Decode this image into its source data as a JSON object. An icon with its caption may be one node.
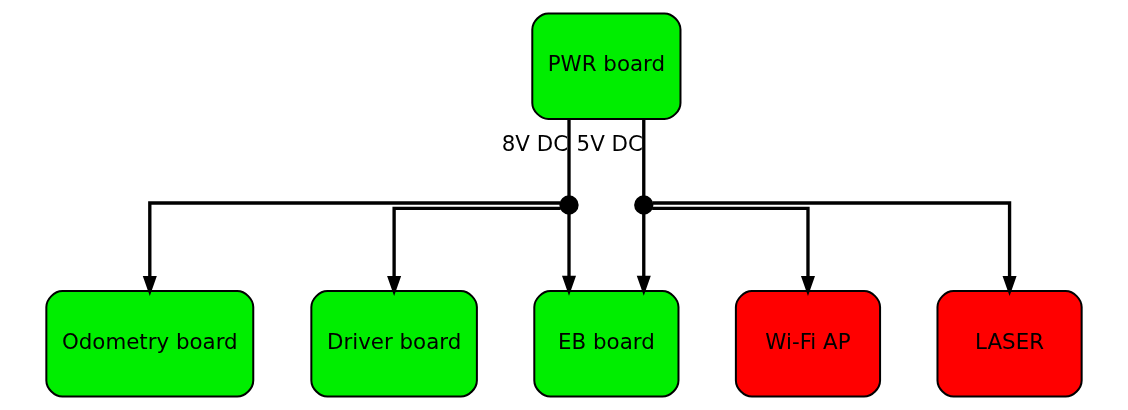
{
  "diagram": {
    "nodes": [
      {
        "text": [
          "PWR board"
        ]
      },
      {
        "text": [],
        "shape": "circle"
      },
      {
        "text": [],
        "shape": "circle"
      },
      {
        "text": [
          "Odometry board"
        ]
      },
      {
        "text": [
          "Driver board"
        ]
      },
      {
        "text": [
          "EB board"
        ]
      },
      {
        "text": [
          "Wi-Fi AP"
        ]
      },
      {
        "text": [
          "LASER"
        ]
      }
    ],
    "edges": [
      {
        "from": 0,
        "to": 1,
        "arrow": "none",
        "label": "8V DC"
      },
      {
        "from": 0,
        "to": 2,
        "arrow": "none",
        "label": "5V DC"
      },
      {
        "from": 1,
        "to": 3,
        "arrow": "to"
      },
      {
        "from": 1,
        "to": 4,
        "arrow": "to"
      },
      {
        "from": 1,
        "to": 5,
        "arrow": "to"
      },
      {
        "from": 2,
        "to": 5,
        "arrow": "to"
      },
      {
        "from": 2,
        "to": 6,
        "arrow": "to"
      },
      {
        "from": 2,
        "to": 7,
        "arrow": "to"
      }
    ]
  }
}
